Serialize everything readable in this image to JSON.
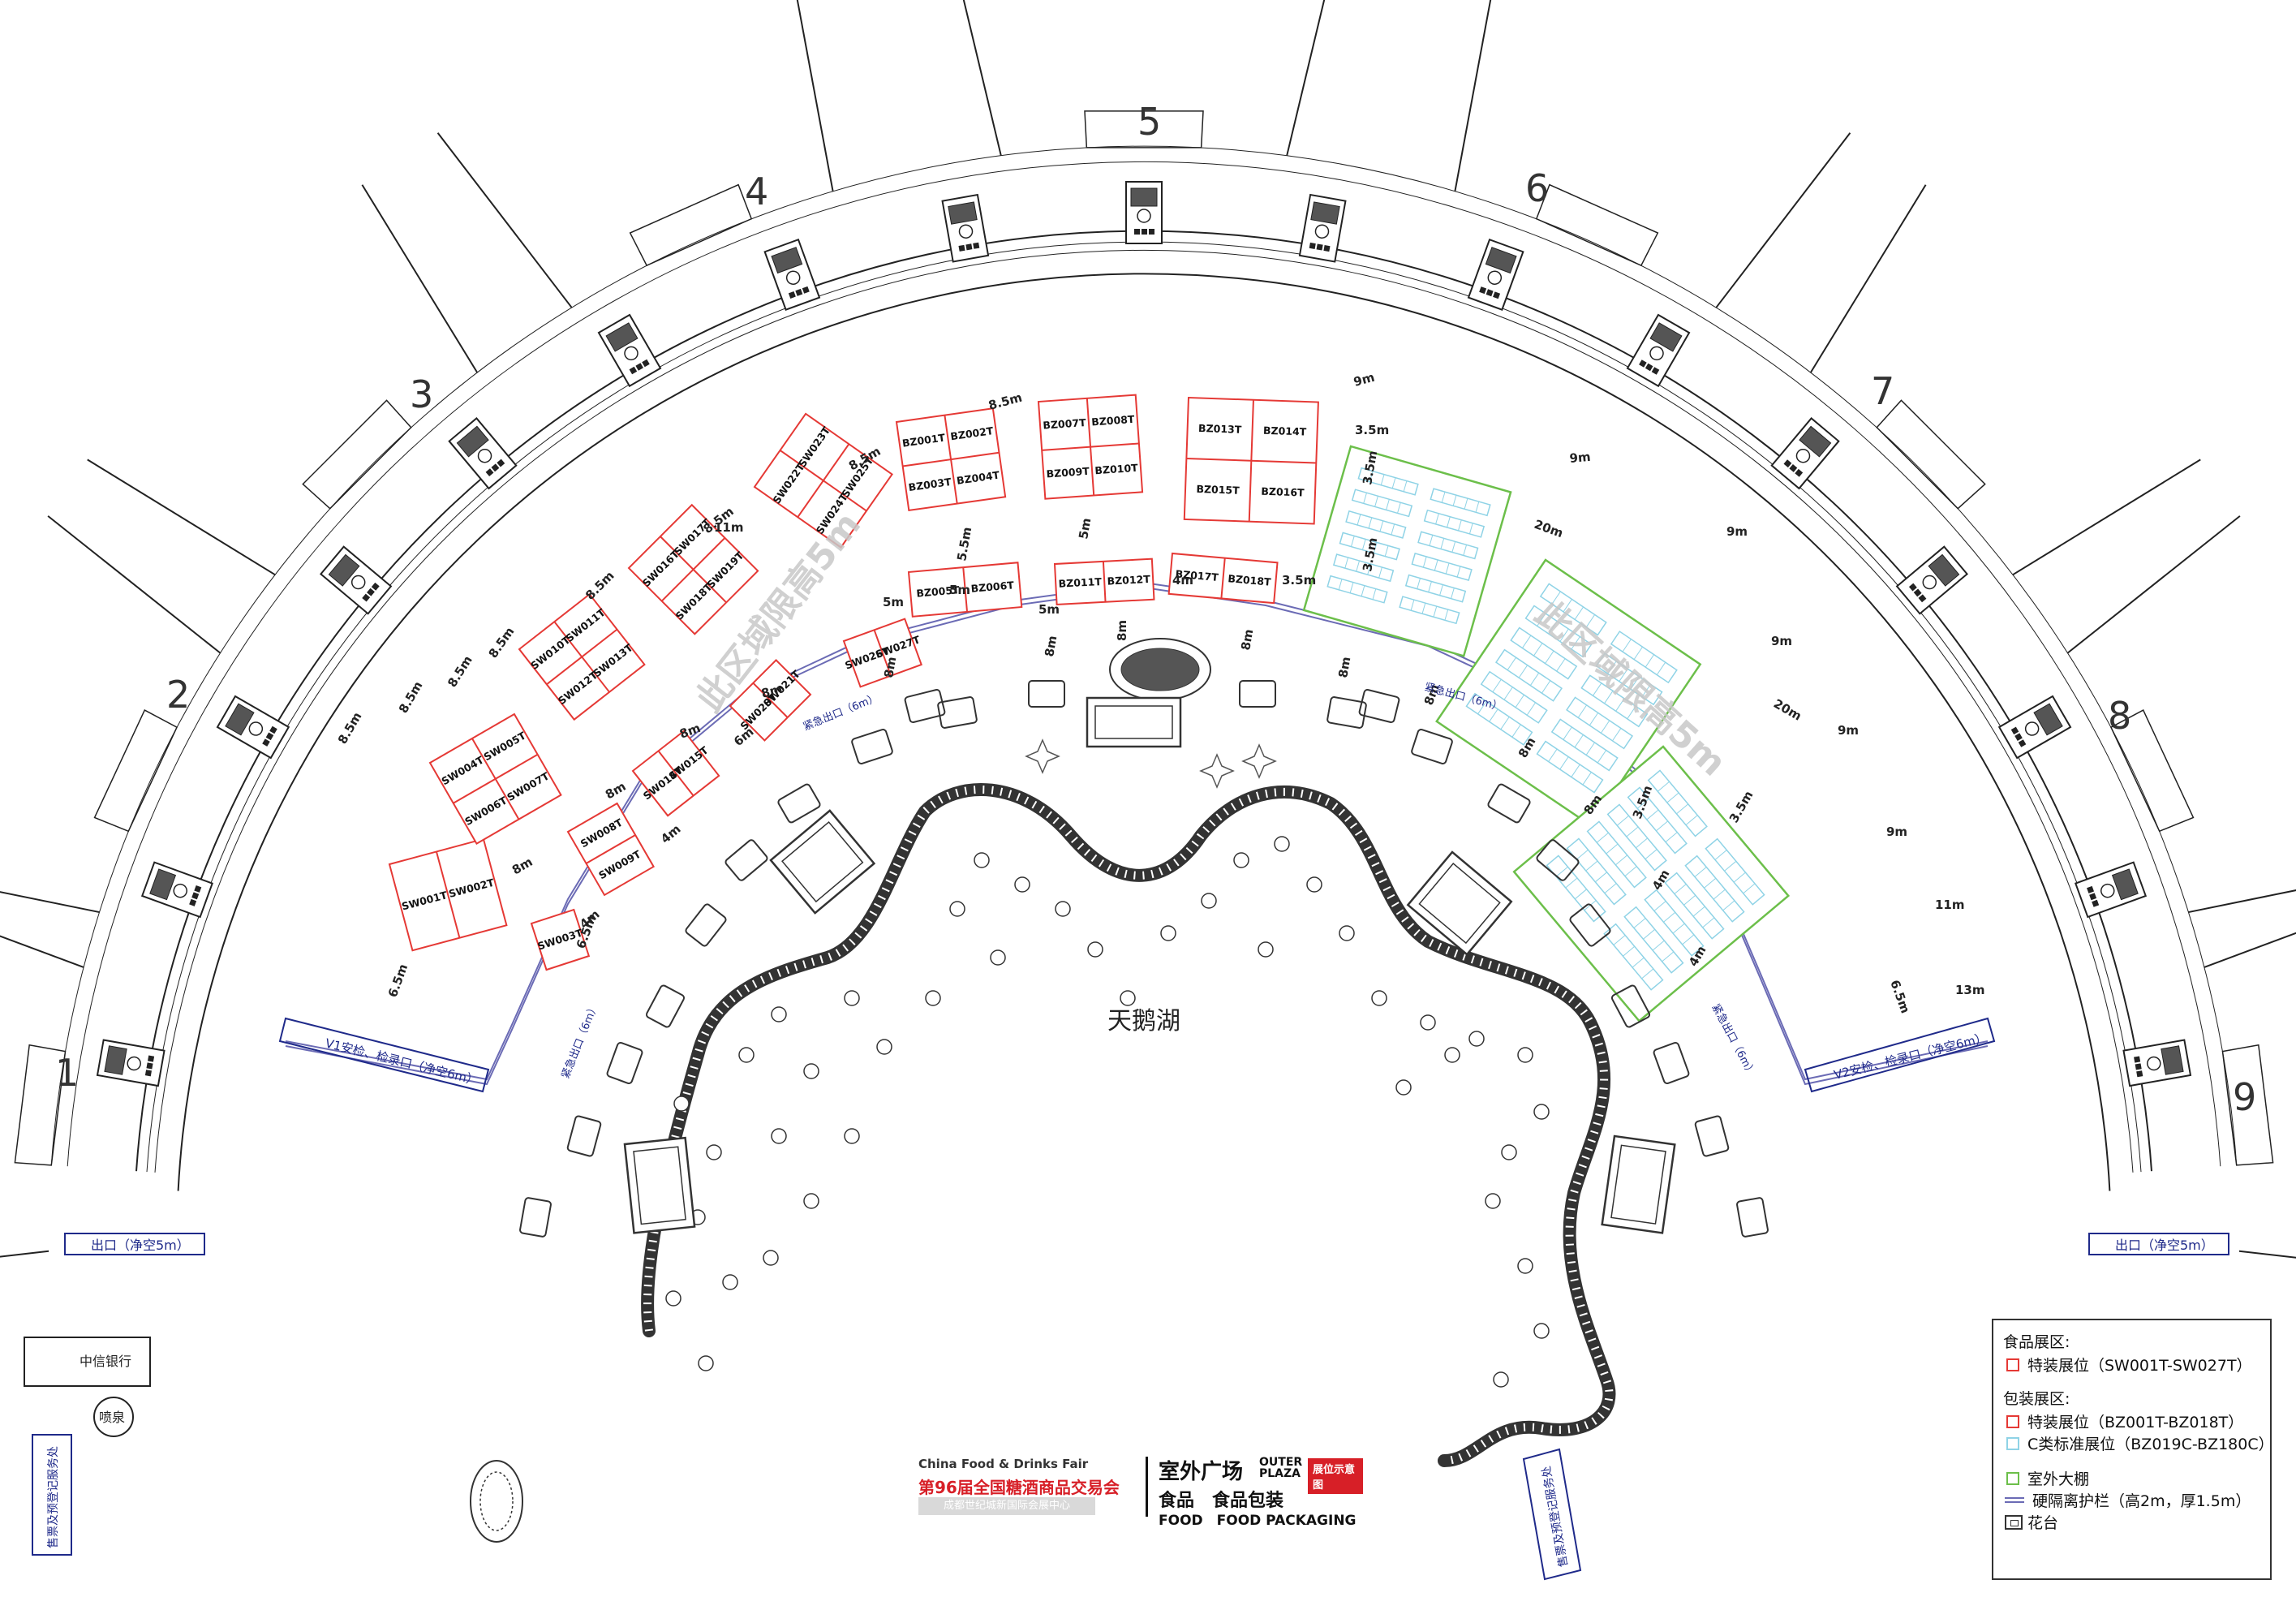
{
  "map": {
    "hall_numbers": [
      "1",
      "2",
      "3",
      "4",
      "5",
      "6",
      "7",
      "8",
      "9"
    ],
    "lake_label": "天鹅湖",
    "watermark_left": "此区域限高5m",
    "watermark_right": "此区域限高5m",
    "entrances": {
      "v1": "V1安检、检录口（净空6m）",
      "v2": "V2安检、检录口（净空6m）",
      "exit_left": "出口（净空5m）",
      "exit_right": "出口（净空5m）",
      "emergency_1": "紧急出口（6m）",
      "emergency_2": "紧急出口（6m）",
      "emergency_3": "紧急出口（6m）",
      "emergency_4": "紧急出口（6m）"
    },
    "poi": {
      "bank": "中信银行",
      "fountain": "喷泉",
      "ticket_left": "售票及预登记服务处",
      "ticket_right": "售票及预登记服务处"
    },
    "dims": [
      "8.5m",
      "8.5m",
      "8.5m",
      "8.5m",
      "8.5m",
      "8.5m",
      "8.5m",
      "8.5m",
      "9m",
      "9m",
      "9m",
      "9m",
      "9m",
      "9m",
      "11m",
      "13m",
      "11m",
      "20m",
      "20m",
      "6.5m",
      "6.5m",
      "6.5m",
      "5.5m",
      "5m",
      "5m",
      "5m",
      "5m",
      "8m",
      "8m",
      "8m",
      "8m",
      "8m",
      "8m",
      "8m",
      "8m",
      "8m",
      "8m",
      "8m",
      "8m",
      "4m",
      "4m",
      "4m",
      "4m",
      "4m",
      "6m",
      "3.5m",
      "3.5m",
      "3.5m",
      "3.5m",
      "3.5m",
      "3.5m"
    ],
    "booths_food": [
      "SW001T",
      "SW002T",
      "SW003T",
      "SW004T",
      "SW005T",
      "SW006T",
      "SW007T",
      "SW008T",
      "SW009T",
      "SW010T",
      "SW011T",
      "SW012T",
      "SW013T",
      "SW014T",
      "SW015T",
      "SW016T",
      "SW017T",
      "SW018T",
      "SW019T",
      "SW020T",
      "SW021T",
      "SW022T",
      "SW023T",
      "SW024T",
      "SW025T",
      "SW026T",
      "SW027T"
    ],
    "booths_pack": [
      "BZ001T",
      "BZ002T",
      "BZ003T",
      "BZ004T",
      "BZ005T",
      "BZ006T",
      "BZ007T",
      "BZ008T",
      "BZ009T",
      "BZ010T",
      "BZ011T",
      "BZ012T",
      "BZ013T",
      "BZ014T",
      "BZ015T",
      "BZ016T",
      "BZ017T",
      "BZ018T"
    ]
  },
  "legend": {
    "food_title": "食品展区:",
    "food_special": "特装展位（SW001T-SW027T）",
    "pack_title": "包装展区:",
    "pack_special": "特装展位（BZ001T-BZ018T）",
    "pack_standard": "C类标准展位（BZ019C-BZ180C）",
    "tent": "室外大棚",
    "barrier": "硬隔离护栏（高2m，厚1.5m）",
    "planter": "花台",
    "colors": {
      "special": "#e53935",
      "standard": "#8fd3e6",
      "tent": "#6cbf4a",
      "barrier": "#6b6bb5"
    }
  },
  "brand": {
    "en": "China Food & Drinks Fair",
    "cn": "第96届全国糖酒商品交易会",
    "venue": "成都世纪城新国际会展中心",
    "plaza_cn": "室外广场",
    "plaza_en": "OUTER PLAZA",
    "badge": "展位示意图",
    "food_cn": "食品　食品包装",
    "food_en": "FOOD　FOOD PACKAGING"
  }
}
